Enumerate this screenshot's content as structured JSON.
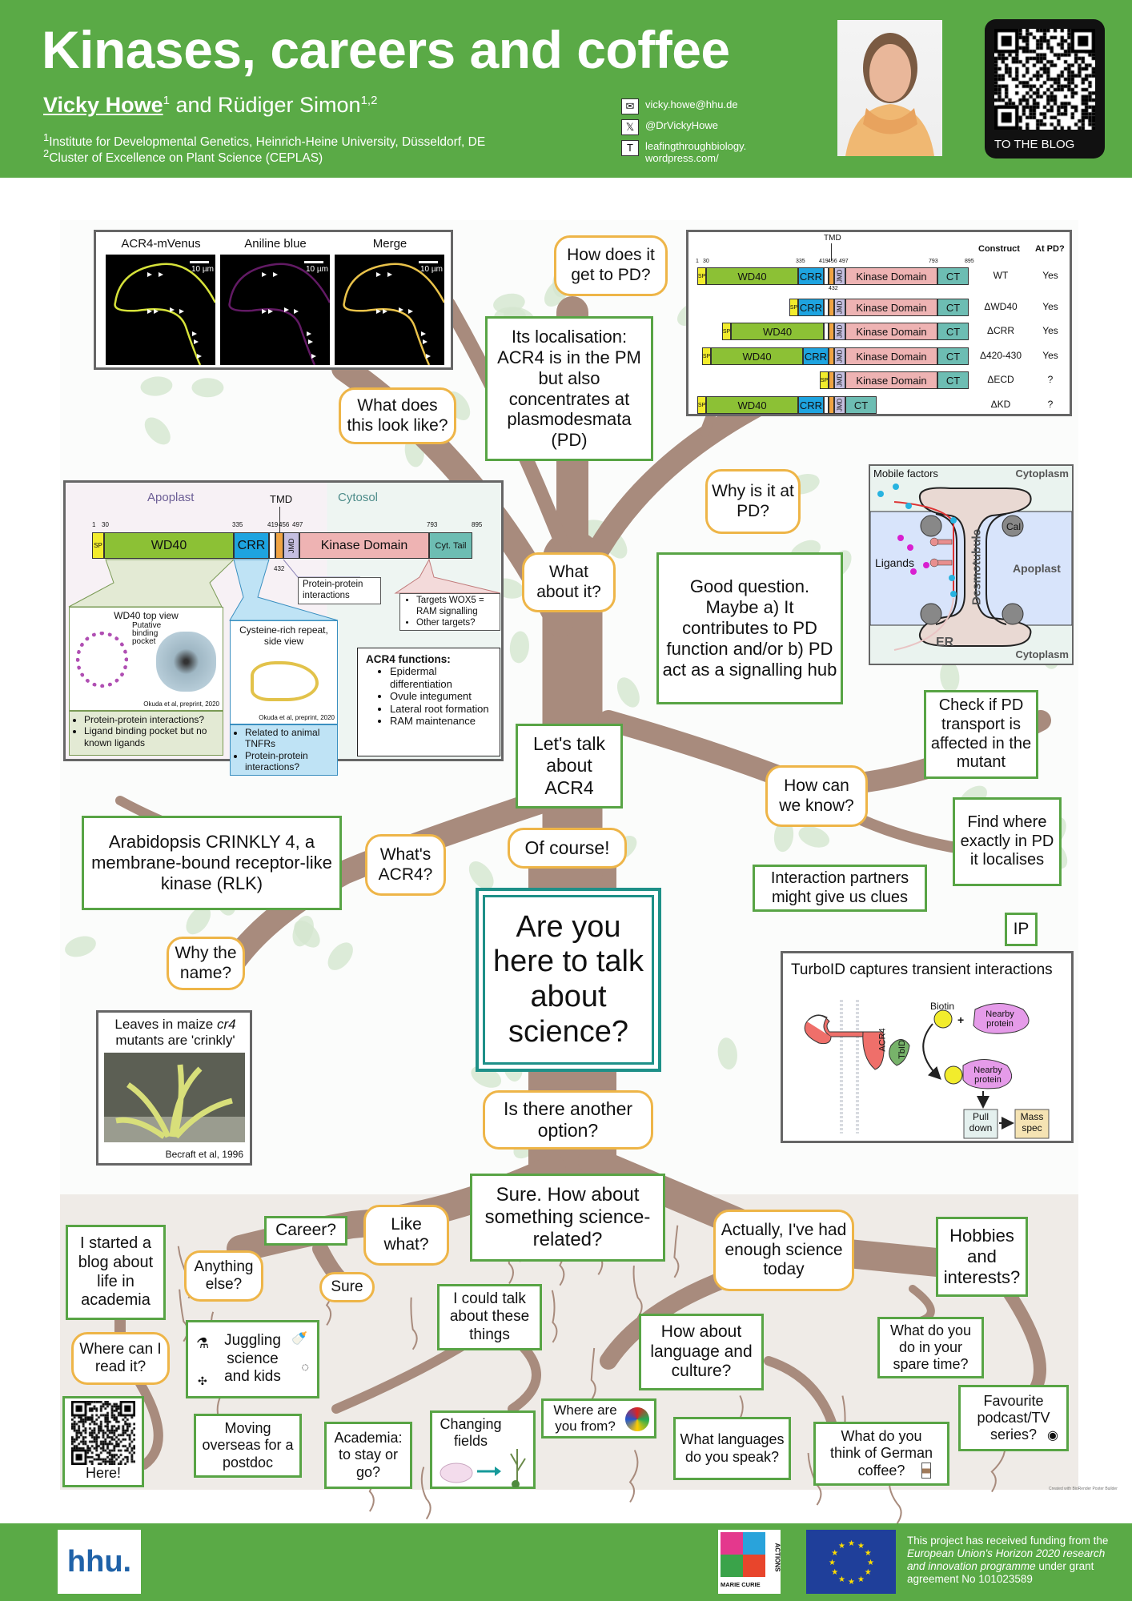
{
  "header": {
    "title": "Kinases, careers and coffee",
    "author1": "Vicky Howe",
    "author1_sup": "1",
    "author_join": " and Rüdiger Simon",
    "author2_sup": "1,2",
    "affiliation1_sup": "1",
    "affiliation1": "Institute for Developmental Genetics, Heinrich-Heine University, Düsseldorf, DE",
    "affiliation2_sup": "2",
    "affiliation2": "Cluster of  Excellence on Plant Science (CEPLAS)",
    "contacts": [
      {
        "icon": "envelope-icon",
        "text": "vicky.howe@hhu.de"
      },
      {
        "icon": "x-logo-icon",
        "text": "@DrVickyHowe"
      },
      {
        "icon": "blog-logo-icon",
        "text": "leafingthroughbiology. wordpress.com/"
      }
    ],
    "qr_label": "TO THE BLOG"
  },
  "micrograph": {
    "panels": [
      "ACR4-mVenus",
      "Aniline blue",
      "Merge"
    ],
    "scale_bar": "10 µm"
  },
  "constructs": {
    "tmd_label": "TMD",
    "headers": [
      "Construct",
      "At PD?"
    ],
    "residue_ticks": [
      "1",
      "30",
      "335",
      "419",
      "456",
      "497",
      "793",
      "895"
    ],
    "tick_432": "432",
    "labels": {
      "sp": "SP",
      "wd": "WD40",
      "crr": "CRR",
      "jmd": "JMD",
      "kd": "Kinase Domain",
      "ct": "CT"
    },
    "rows": [
      {
        "name": "WT",
        "at_pd": "Yes"
      },
      {
        "name": "ΔWD40",
        "at_pd": "Yes"
      },
      {
        "name": "ΔCRR",
        "at_pd": "Yes"
      },
      {
        "name": "Δ420-430",
        "at_pd": "Yes"
      },
      {
        "name": "ΔECD",
        "at_pd": "?"
      },
      {
        "name": "ΔKD",
        "at_pd": "?"
      }
    ]
  },
  "domain": {
    "apoplast": "Apoplast",
    "cytosol": "Cytosol",
    "tmd": "TMD",
    "ticks": [
      "1",
      "30",
      "335",
      "419",
      "456",
      "497",
      "793",
      "895"
    ],
    "tick_432": "432",
    "labels": {
      "sp": "SP",
      "wd": "WD40",
      "crr": "CRR",
      "jmd": "JMD",
      "kd": "Kinase Domain",
      "ct": "Cyt. Tail"
    },
    "wd40_title": "WD40 top view",
    "wd40_pocket": "Putative binding pocket",
    "citation": "Okuda et al, preprint, 2020",
    "wd40_bullets": [
      "Protein-protein interactions?",
      "Ligand binding pocket but no known ligands"
    ],
    "crr_title": "Cysteine-rich repeat, side view",
    "crr_bullets": [
      "Related to animal TNFRs",
      "Protein-protein interactions?"
    ],
    "jmd_note": "Protein-protein interactions",
    "kd_bullets": [
      "Targets WOX5 = RAM signalling",
      "Other targets?"
    ],
    "functions_title": "ACR4 functions:",
    "functions": [
      "Epidermal differentiation",
      "Ovule integument",
      "Lateral root formation",
      "RAM maintenance"
    ]
  },
  "pd": {
    "mobile": "Mobile factors",
    "cytoplasm_top": "Cytoplasm",
    "cytoplasm_bottom": "Cytoplasm",
    "ligands": "Ligands",
    "apoplast": "Apoplast",
    "desmotubule": "Desmotubule",
    "cal": "Cal",
    "er": "ER"
  },
  "turboid": {
    "title": "TurboID captures transient interactions",
    "biotin": "Biotin",
    "plus": "+",
    "nearby": "Nearby protein",
    "acr4": "ACR4",
    "tbid": "TbID",
    "pull": "Pull down",
    "mass": "Mass spec"
  },
  "leaves": {
    "caption_pre": "Leaves in maize ",
    "caption_em": "cr4",
    "caption_post": " mutants are 'crinkly'",
    "citation": "Becraft et al, 1996"
  },
  "bubbles": {
    "how_pd": "How does it get to PD?",
    "localisation": "Its localisation: ACR4 is in the PM but also concentrates at plasmodesmata (PD)",
    "look_like": "What does this look like?",
    "why_pd": "Why is it at PD?",
    "what_about": "What about it?",
    "good_question": "Good question. Maybe a) It contributes to PD function and/or b) PD act as a signalling hub",
    "check_pd": "Check if PD transport is affected in the mutant",
    "lets_talk": "Let's talk about ACR4",
    "how_know": "How can we know?",
    "find_where": "Find where exactly in PD it localises",
    "arabidopsis": "Arabidopsis CRINKLY 4, a membrane-bound receptor-like kinase (RLK)",
    "whats_acr4": "What's ACR4?",
    "of_course": "Of course!",
    "interaction": "Interaction partners might give us clues",
    "center": "Are you here to talk about science?",
    "ip": "IP",
    "why_name": "Why the name?",
    "another": "Is there another option?",
    "sure_how": "Sure. How about something science-related?",
    "career": "Career?",
    "like_what": "Like what?",
    "blog": "I started a blog about life in academia",
    "anything": "Anything else?",
    "sure": "Sure",
    "could_talk": "I could talk about these things",
    "enough": "Actually, I've had enough science today",
    "hobbies": "Hobbies and interests?",
    "language": "How about language and culture?",
    "read_it": "Where can I read it?",
    "juggling": "Juggling science and kids",
    "spare_time": "What do you do in your spare time?",
    "podcast": "Favourite podcast/TV series?",
    "here": "Here!",
    "overseas": "Moving overseas for a postdoc",
    "academia": "Academia: to stay or go?",
    "changing": "Changing fields",
    "where_from": "Where are you from?",
    "languages": "What languages do you speak?",
    "coffee": "What do you think of German coffee?"
  },
  "footer": {
    "hhu": "hhu.",
    "mc": "MARIE CURIE",
    "mc_actions": "ACTIONS",
    "funding_pre": "This project has received funding from the ",
    "funding_em": "European Union's Horizon 2020 research and innovation programme",
    "funding_post": " under grant agreement No 101023589",
    "credit": "Created with BioRender Poster Builder"
  },
  "colors": {
    "green": "#5aaa46",
    "orange": "#eeb548",
    "teal": "#1e9088",
    "trunk": "#a88b7d",
    "sp": "#f2ec2c",
    "wd": "#8cc135",
    "crr": "#1ea4e0",
    "tmd": "#f0a443",
    "jmd": "#c5bfe0",
    "kd": "#eeb3b3",
    "ct": "#6dbdb3"
  }
}
